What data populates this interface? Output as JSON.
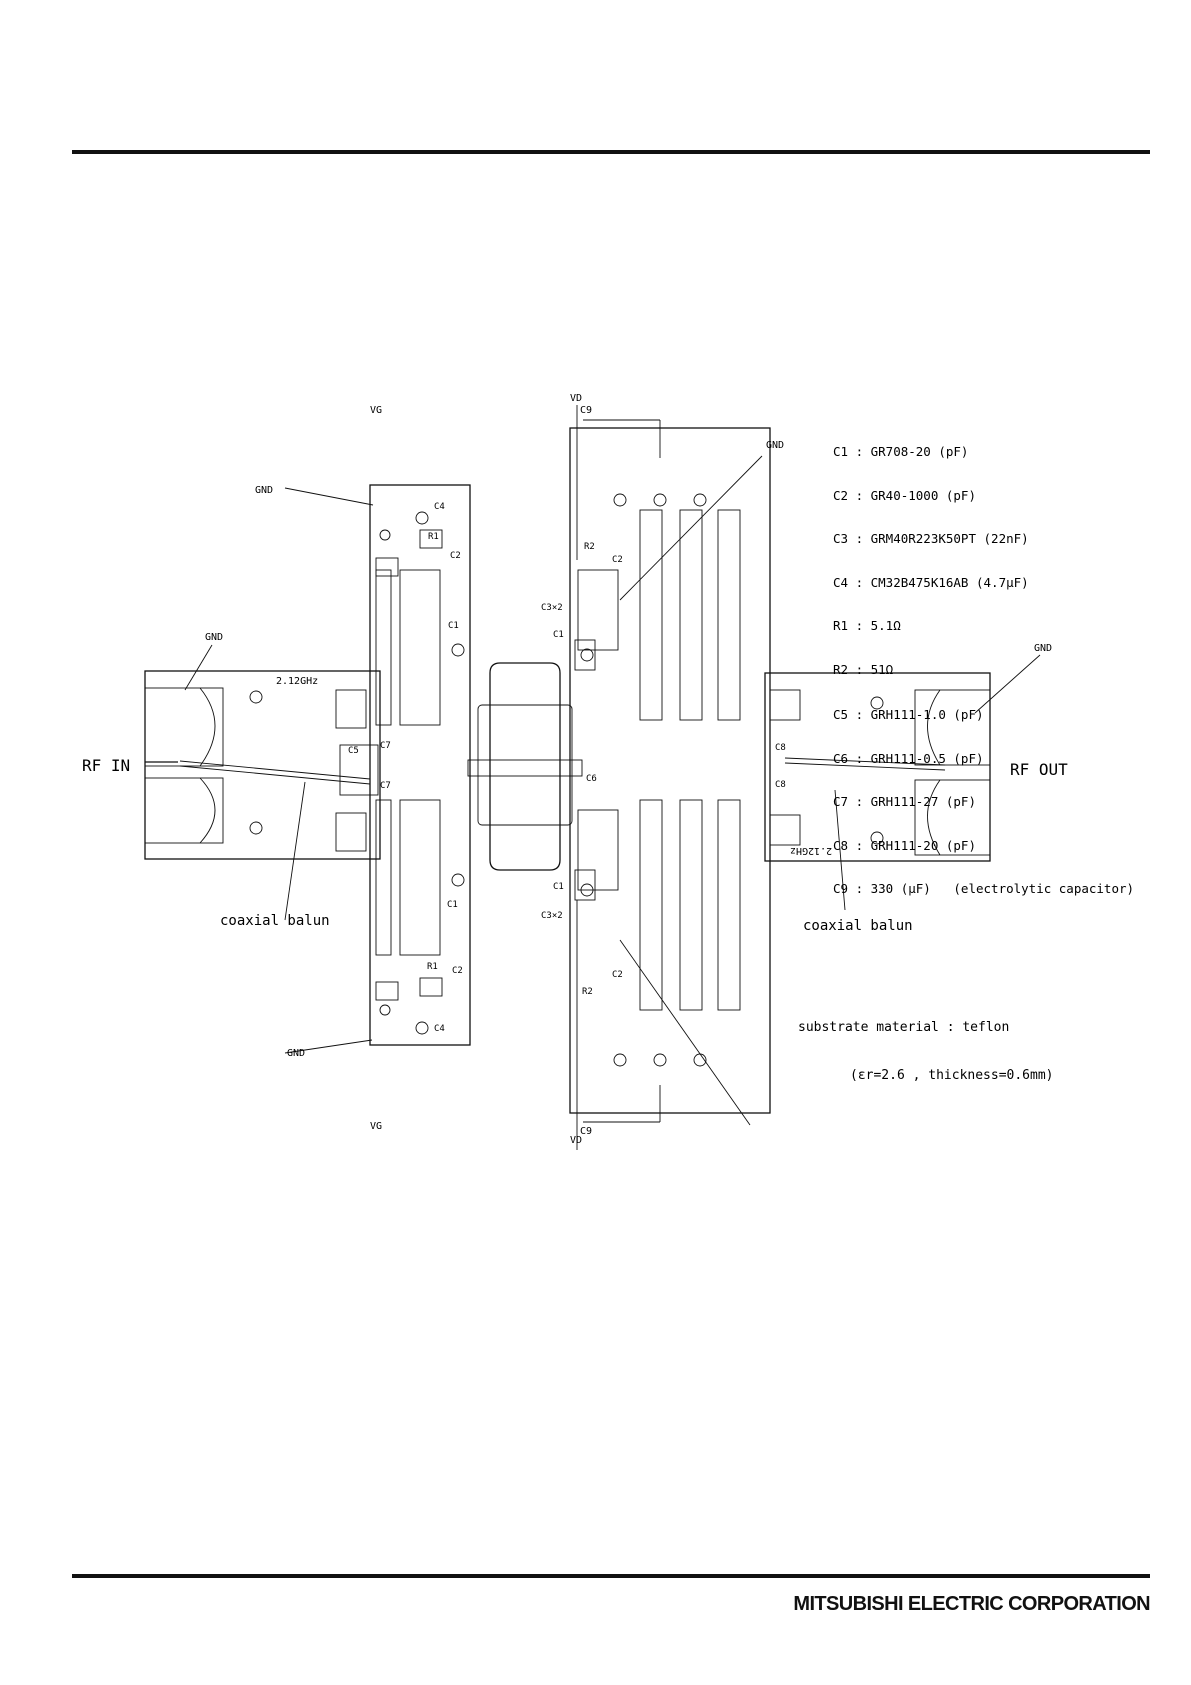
{
  "bom": [
    "C1 : GR708-20 (pF)",
    "C2 : GR40-1000 (pF)",
    "C3 : GRM40R223K50PT (22nF)",
    "C4 : CM32B475K16AB (4.7µF)",
    "R1 : 5.1Ω",
    "R2 : 51Ω",
    "C5 : GRH111-1.0 (pF)",
    "C6 : GRH111-0.5 (pF)",
    "C7 : GRH111-27 (pF)",
    "C8 : GRH111-20 (pF)",
    "C9 : 330 (µF)   (electrolytic capacitor)"
  ],
  "labels": {
    "vg": "VG",
    "vd": "VD",
    "gnd": "GND",
    "rf_in": "RF IN",
    "rf_out": "RF OUT",
    "freq": "2.12GHz",
    "coaxial_balun": "coaxial balun",
    "c1": "C1",
    "c2": "C2",
    "c3x2": "C3×2",
    "c4": "C4",
    "c5": "C5",
    "c6": "C6",
    "c7": "C7",
    "c8": "C8",
    "c9": "C9",
    "r1": "R1",
    "r2": "R2"
  },
  "substrate": {
    "line1": "substrate material : teflon",
    "line2": "(εr=2.6 , thickness=0.6mm)"
  },
  "footer": {
    "company": "MITSUBISHI ELECTRIC CORPORATION"
  }
}
